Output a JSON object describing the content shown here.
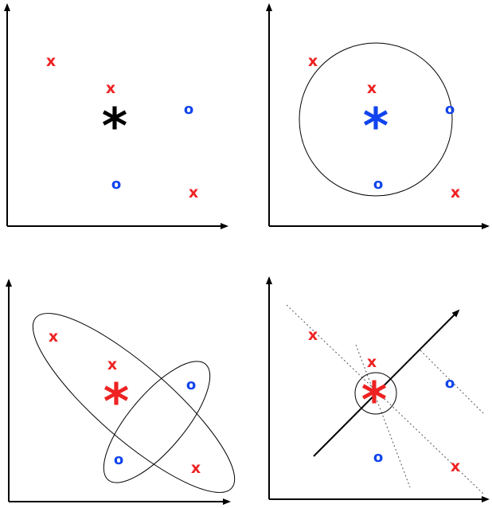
{
  "marks": {
    "x": "x",
    "o": "o",
    "star": "*"
  },
  "colors": {
    "red": "#ee2222",
    "blue": "#1144ee",
    "black": "#000000"
  },
  "panels": [
    {
      "name": "panel-top-left",
      "star_color": "black"
    },
    {
      "name": "panel-top-right",
      "star_color": "blue"
    },
    {
      "name": "panel-bottom-left",
      "star_color": "red"
    },
    {
      "name": "panel-bottom-right",
      "star_color": "red"
    }
  ]
}
